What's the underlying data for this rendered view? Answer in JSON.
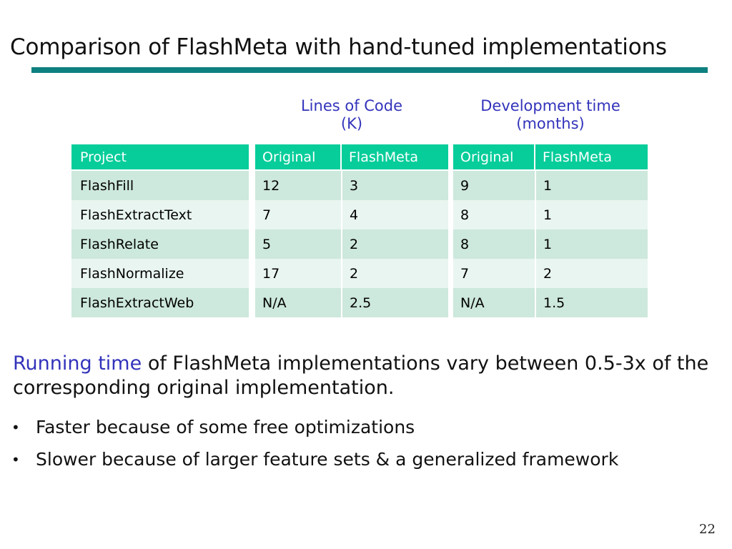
{
  "slide": {
    "title": "Comparison of FlashMeta with hand-tuned implementations",
    "page_number": "22",
    "accent_rule_color": "#0e8080",
    "header_green": "#06cd9a",
    "blue_text": "#3333bb",
    "row_shade_dark": "#cde8dc",
    "row_shade_light": "#e9f5f0"
  },
  "table": {
    "group_captions": [
      {
        "label": "Lines of Code\n(K)",
        "line1": "Lines of Code",
        "line2": "(K)"
      },
      {
        "label": "Development time\n(months)",
        "line1": "Development time",
        "line2": "(months)"
      }
    ],
    "headers": {
      "project": "Project",
      "loc_original": "Original",
      "loc_flashmeta": "FlashMeta",
      "dev_original": "Original",
      "dev_flashmeta": "FlashMeta"
    },
    "rows": [
      {
        "project": "FlashFill",
        "loc_original": "12",
        "loc_flashmeta": "3",
        "dev_original": "9",
        "dev_flashmeta": "1"
      },
      {
        "project": "FlashExtractText",
        "loc_original": "7",
        "loc_flashmeta": "4",
        "dev_original": "8",
        "dev_flashmeta": "1"
      },
      {
        "project": "FlashRelate",
        "loc_original": "5",
        "loc_flashmeta": "2",
        "dev_original": "8",
        "dev_flashmeta": "1"
      },
      {
        "project": "FlashNormalize",
        "loc_original": "17",
        "loc_flashmeta": "2",
        "dev_original": "7",
        "dev_flashmeta": "2"
      },
      {
        "project": "FlashExtractWeb",
        "loc_original": "N/A",
        "loc_flashmeta": "2.5",
        "dev_original": "N/A",
        "dev_flashmeta": "1.5"
      }
    ]
  },
  "body": {
    "running_note_accent": "Running time",
    "running_note_rest": " of FlashMeta implementations vary between 0.5-3x of the corresponding original implementation.",
    "bullets": [
      {
        "marker": "•",
        "text": "Faster because of some free optimizations"
      },
      {
        "marker": "•",
        "text": "Slower because of larger feature sets & a generalized framework"
      }
    ]
  }
}
